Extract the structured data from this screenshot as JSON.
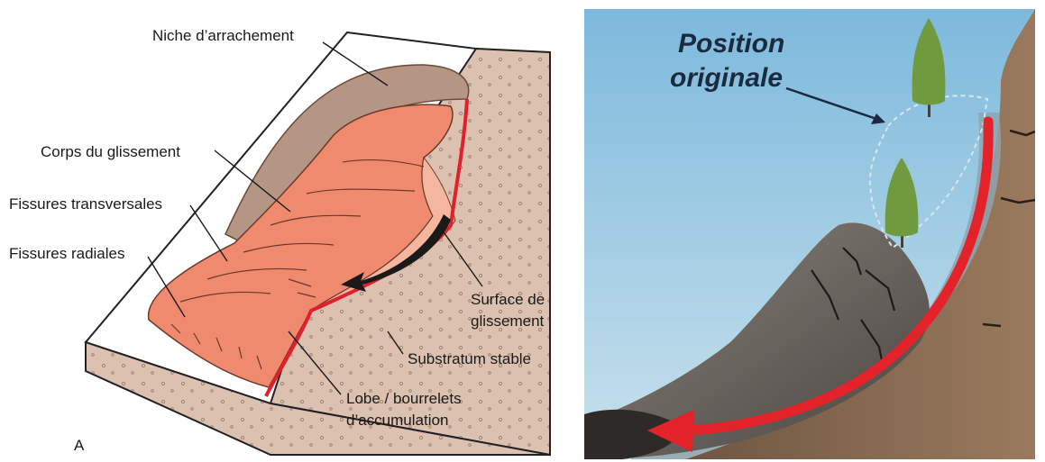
{
  "left_diagram": {
    "labels": {
      "niche": "Niche d’arrachement",
      "corps": "Corps du glissement",
      "fissures_transversales": "Fissures transversales",
      "fissures_radiales": "Fissures radiales",
      "surface_line1": "Surface de",
      "surface_line2": "glissement",
      "substratum": "Substratum stable",
      "lobe_line1": "Lobe / bourrelets",
      "lobe_line2": "d’accumulation",
      "panel_letter": "A"
    },
    "colors": {
      "slide_body": "#f08a6e",
      "slide_edge": "#6b3a2a",
      "substratum": "#dcc1b0",
      "surface_line": "#e0202a",
      "arrow": "#1a1a1a"
    }
  },
  "right_diagram": {
    "labels": {
      "position_line1": "Position",
      "position_line2": "originale"
    },
    "colors": {
      "sky": "#8fc3de",
      "cliff": "#8b6a52",
      "slide_mass": "#6b6560",
      "arrow": "#e3222a"
    }
  }
}
